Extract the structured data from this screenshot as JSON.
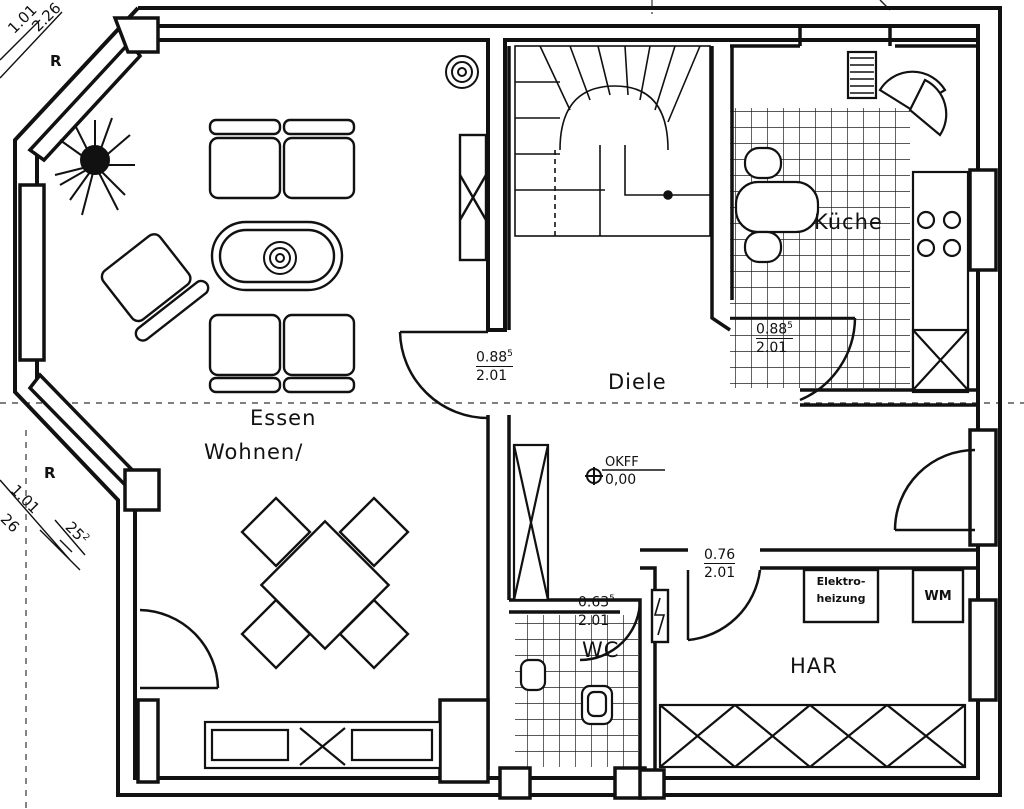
{
  "rooms": {
    "wohnen": "Wohnen/",
    "essen": "Essen",
    "diele": "Diele",
    "kueche": "Küche",
    "wc": "WC",
    "har": "HAR"
  },
  "doors": {
    "living_door": {
      "width": "0.88",
      "sup": "5",
      "height": "2.01"
    },
    "kitchen_door": {
      "width": "0.88",
      "sup": "5",
      "height": "2.01"
    },
    "wc_door": {
      "width": "0.63",
      "sup": "5",
      "height": "2.01"
    },
    "har_door": {
      "width": "0.76",
      "height": "2.01"
    }
  },
  "level": {
    "label": "OKFF",
    "value": "0,00"
  },
  "fixtures": {
    "heating_line1": "Elektro-",
    "heating_line2": "heizung",
    "washer": "WM"
  },
  "bay_dims": {
    "upper_r": "R",
    "upper_d1": "1.01",
    "upper_d2": "2.26",
    "lower_r": "R",
    "lower_d1": "1.01",
    "lower_d2": "25",
    "lower_d2_sup": "2",
    "lower_d3": "26"
  }
}
